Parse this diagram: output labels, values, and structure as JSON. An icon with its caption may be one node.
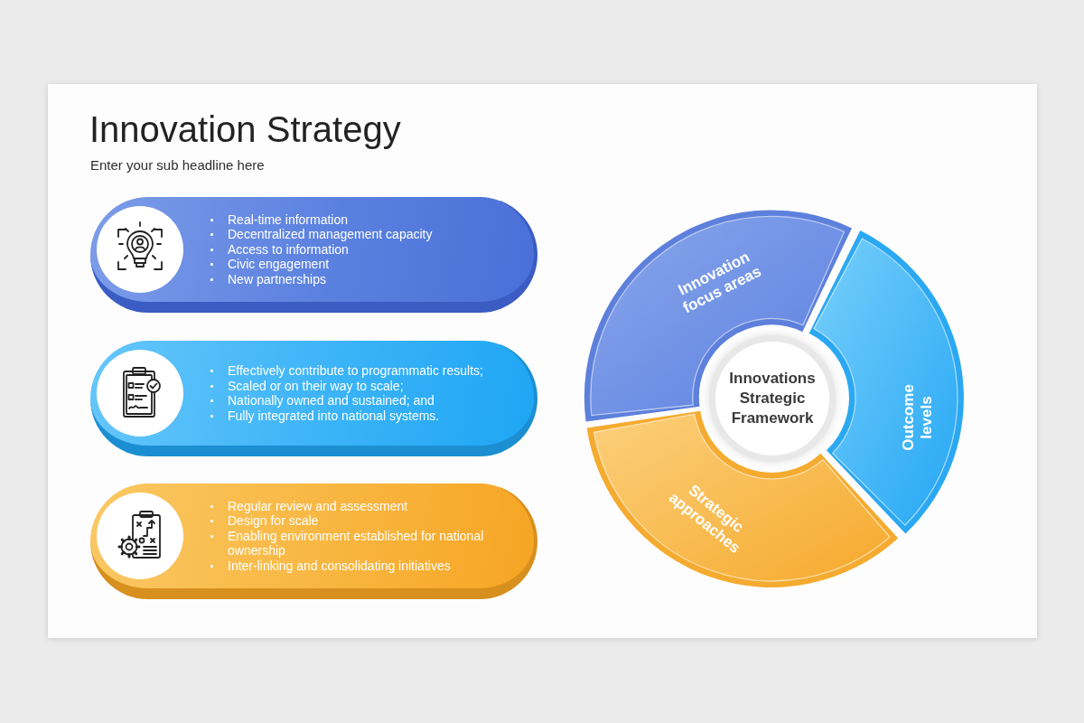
{
  "diagram": {
    "title": "Innovation Strategy",
    "nodes": [
      {
        "text": [
          "Real-time information",
          "Decentralized management capacity",
          "Access to information",
          "Civic engagement",
          "New partnerships"
        ]
      },
      {
        "text": [
          "Effectively contribute to programmatic results;",
          "Scaled or on their way to scale;",
          "Nationally owned and sustained; and",
          "Fully integrated into national systems."
        ]
      },
      {
        "text": [
          "Regular review and assessment",
          "Design for scale",
          "Enabling environment established for national ownership",
          "Inter-linking and consolidating initiatives"
        ]
      },
      {
        "text": [
          "Innovation focus areas"
        ]
      },
      {
        "text": [
          "Outcome levels"
        ]
      },
      {
        "text": [
          "Strategic approaches"
        ]
      },
      {
        "text": [
          "Innovations Strategic Framework"
        ]
      }
    ],
    "labels": [
      "Enter your sub headline here"
    ]
  }
}
